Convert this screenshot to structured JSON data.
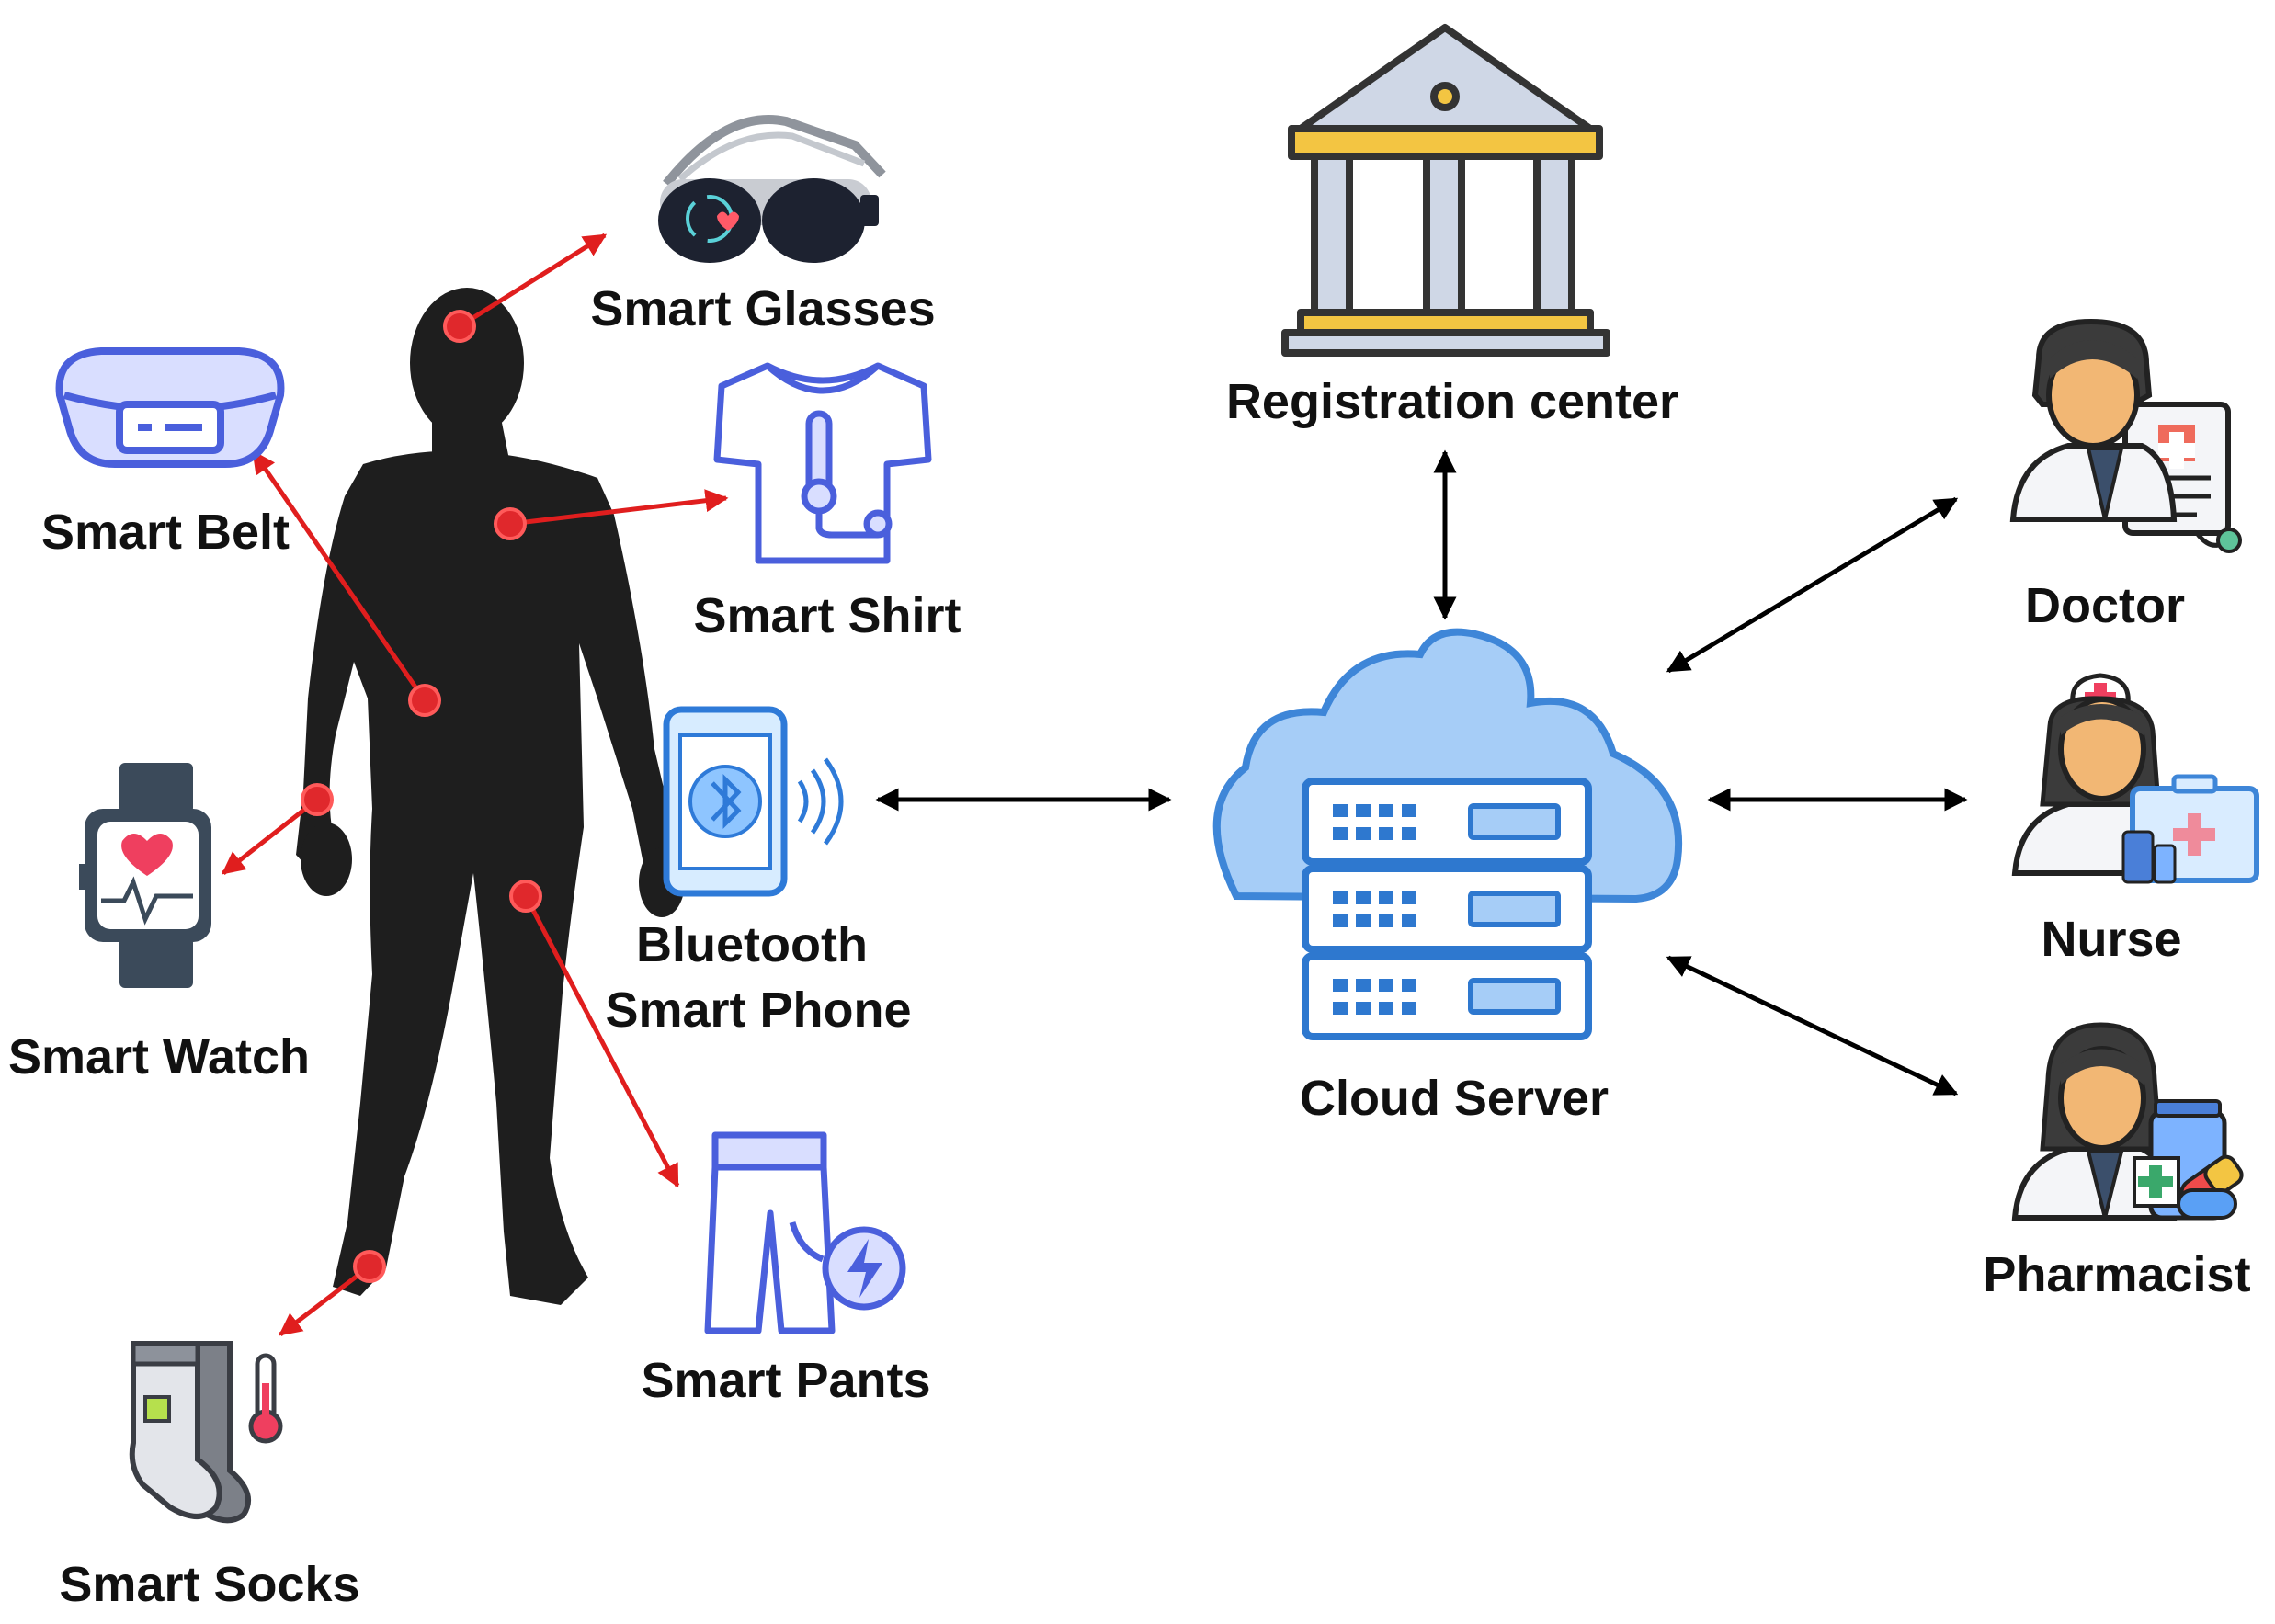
{
  "labels": {
    "smart_glasses": "Smart Glasses",
    "smart_belt": "Smart Belt",
    "smart_shirt": "Smart Shirt",
    "smart_watch": "Smart Watch",
    "bluetooth_line1": "Bluetooth",
    "bluetooth_line2": "Smart Phone",
    "smart_pants": "Smart Pants",
    "smart_socks": "Smart Socks",
    "registration_center": "Registration center",
    "cloud_server": "Cloud Server",
    "doctor": "Doctor",
    "nurse": "Nurse",
    "pharmacist": "Pharmacist"
  },
  "colors": {
    "body_silhouette": "#1e1e1e",
    "sensor_dot": "#e0282c",
    "sensor_arrow": "#e01e1e",
    "link_arrow": "#000000",
    "wearable_icon": "#4a5fdc",
    "wearable_fill": "#d9deff",
    "cloud_fill": "#a6cdf7",
    "cloud_stroke": "#3e86d8",
    "server_blue": "#2e78cf",
    "building_gray": "#333333",
    "building_gold": "#f3c542",
    "building_light": "#cfd7e6"
  },
  "icons": {
    "glasses": "smart-glasses-icon",
    "belt": "smart-belt-icon",
    "shirt": "smart-shirt-icon",
    "watch": "smart-watch-icon",
    "phone": "bluetooth-phone-icon",
    "pants": "smart-pants-icon",
    "socks": "smart-socks-icon",
    "building": "registration-building-icon",
    "cloud": "cloud-server-icon",
    "doctor": "doctor-icon",
    "nurse": "nurse-icon",
    "pharmacist": "pharmacist-icon"
  }
}
